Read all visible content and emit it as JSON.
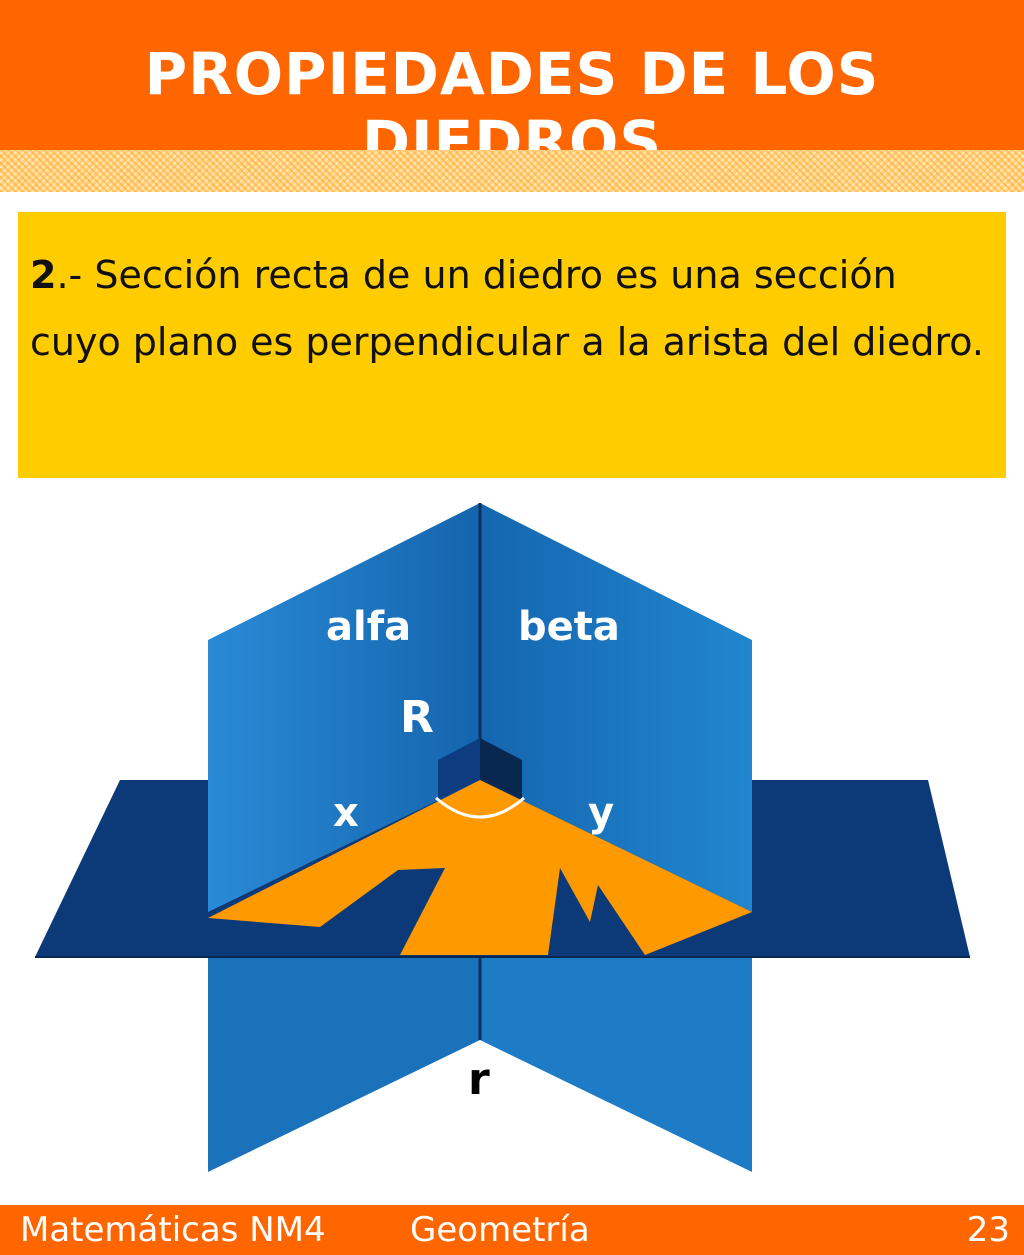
{
  "header": {
    "title": "PROPIEDADES DE LOS DIEDROS"
  },
  "definition": {
    "number": "2",
    "text": ".- Sección recta de un diedro es una sección cuyo plano es perpendicular a la arista del diedro."
  },
  "diagram": {
    "labels": {
      "alfa": "alfa",
      "beta": "beta",
      "R": "R",
      "x": "x",
      "y": "y",
      "r": "r"
    },
    "colors": {
      "plane_blue": "#1a78c2",
      "plane_dark": "#0c3a78",
      "section_orange": "#ff9900"
    }
  },
  "footer": {
    "course": "Matemáticas NM4",
    "subject": "Geometría",
    "page": "23"
  }
}
